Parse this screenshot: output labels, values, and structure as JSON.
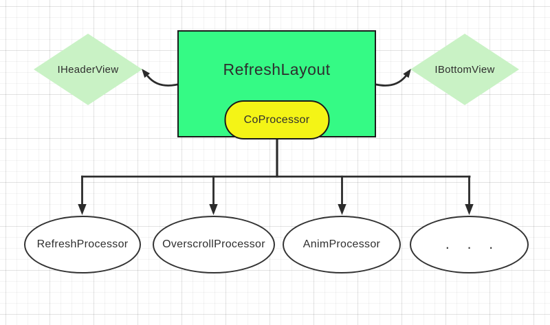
{
  "diagram": {
    "root_node": {
      "label": "RefreshLayout"
    },
    "coprocessor_node": {
      "label": "CoProcessor"
    },
    "header_view_node": {
      "label": "IHeaderView"
    },
    "bottom_view_node": {
      "label": "IBottomView"
    },
    "processors": [
      {
        "label": "RefreshProcessor"
      },
      {
        "label": "OverscrollProcessor"
      },
      {
        "label": "AnimProcessor"
      },
      {
        "label": ". . ."
      }
    ],
    "colors": {
      "root_fill": "#35fa85",
      "coprocessor_fill": "#f4f416",
      "interface_fill": "#c9f2c5",
      "connector": "#2b2b2b"
    }
  }
}
